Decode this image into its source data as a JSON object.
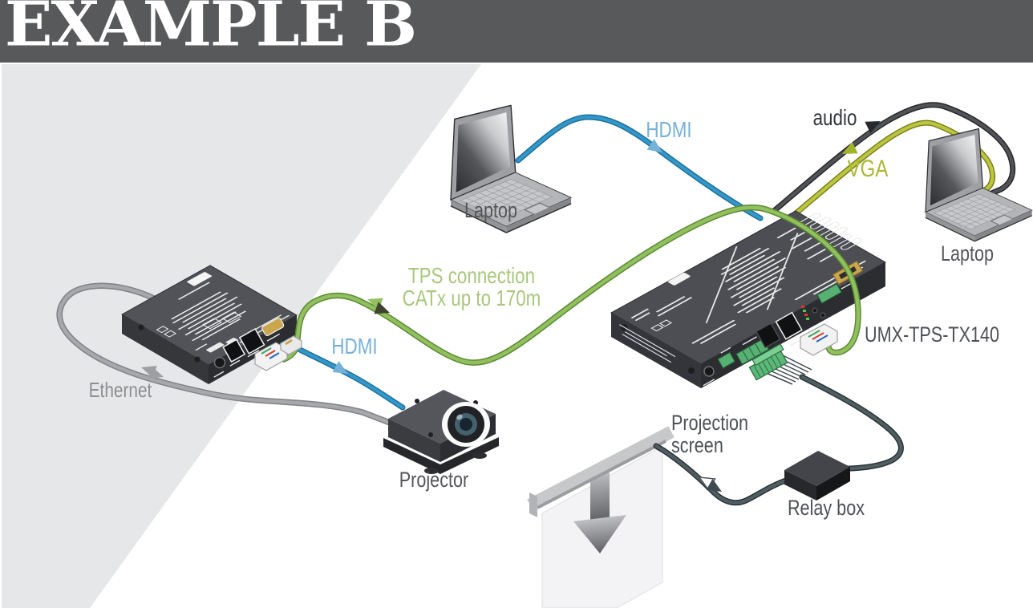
{
  "title": "EXAMPLE B",
  "labels": {
    "laptop_top": "Laptop",
    "laptop_right": "Laptop",
    "hdmi_top": "HDMI",
    "hdmi_receiver": "HDMI",
    "audio": "audio",
    "vga": "VGA",
    "tps_line1": "TPS connection",
    "tps_line2": "CATx up to 170m",
    "ethernet": "Ethernet",
    "projector": "Projector",
    "transmitter_model": "UMX-TPS-TX140",
    "projection_line1": "Projection",
    "projection_line2": "screen",
    "relay_box": "Relay box"
  },
  "colors": {
    "banner": "#58595b",
    "title_text": "#ffffff",
    "background_wedge": "#e6e7e8",
    "hdmi_cable": "#3397c9",
    "hdmi_label": "#76b1d9",
    "vga_cable": "#bcc63c",
    "vga_label": "#a9b830",
    "audio_cable": "#515356",
    "audio_label": "#33363c",
    "tps_cable": "#93c05e",
    "tps_label": "#a9c77d",
    "ethernet_cable": "#a6a8ab",
    "ethernet_label": "#8c8e91",
    "relay_cable": "#505e62",
    "device_label": "#55565b",
    "terminal_green": "#5cb878"
  }
}
